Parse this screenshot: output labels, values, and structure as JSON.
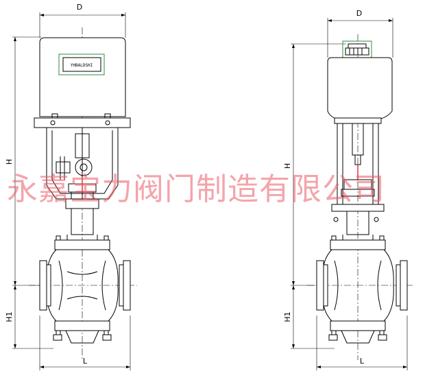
{
  "front_view": {
    "width_label": "D",
    "height_label": "H",
    "bottom_height_label": "H1",
    "length_label": "L",
    "nameplate_text": "YHBALDSHI"
  },
  "side_view": {
    "width_label": "D",
    "height_label": "H",
    "bottom_height_label": "H1",
    "length_label": "L"
  },
  "watermark": "永嘉宝力阀门制造有限公司",
  "colors": {
    "line": "#000000",
    "highlight": "#2e8b3e",
    "accent": "#e03040",
    "watermark": "#eb5a64"
  }
}
